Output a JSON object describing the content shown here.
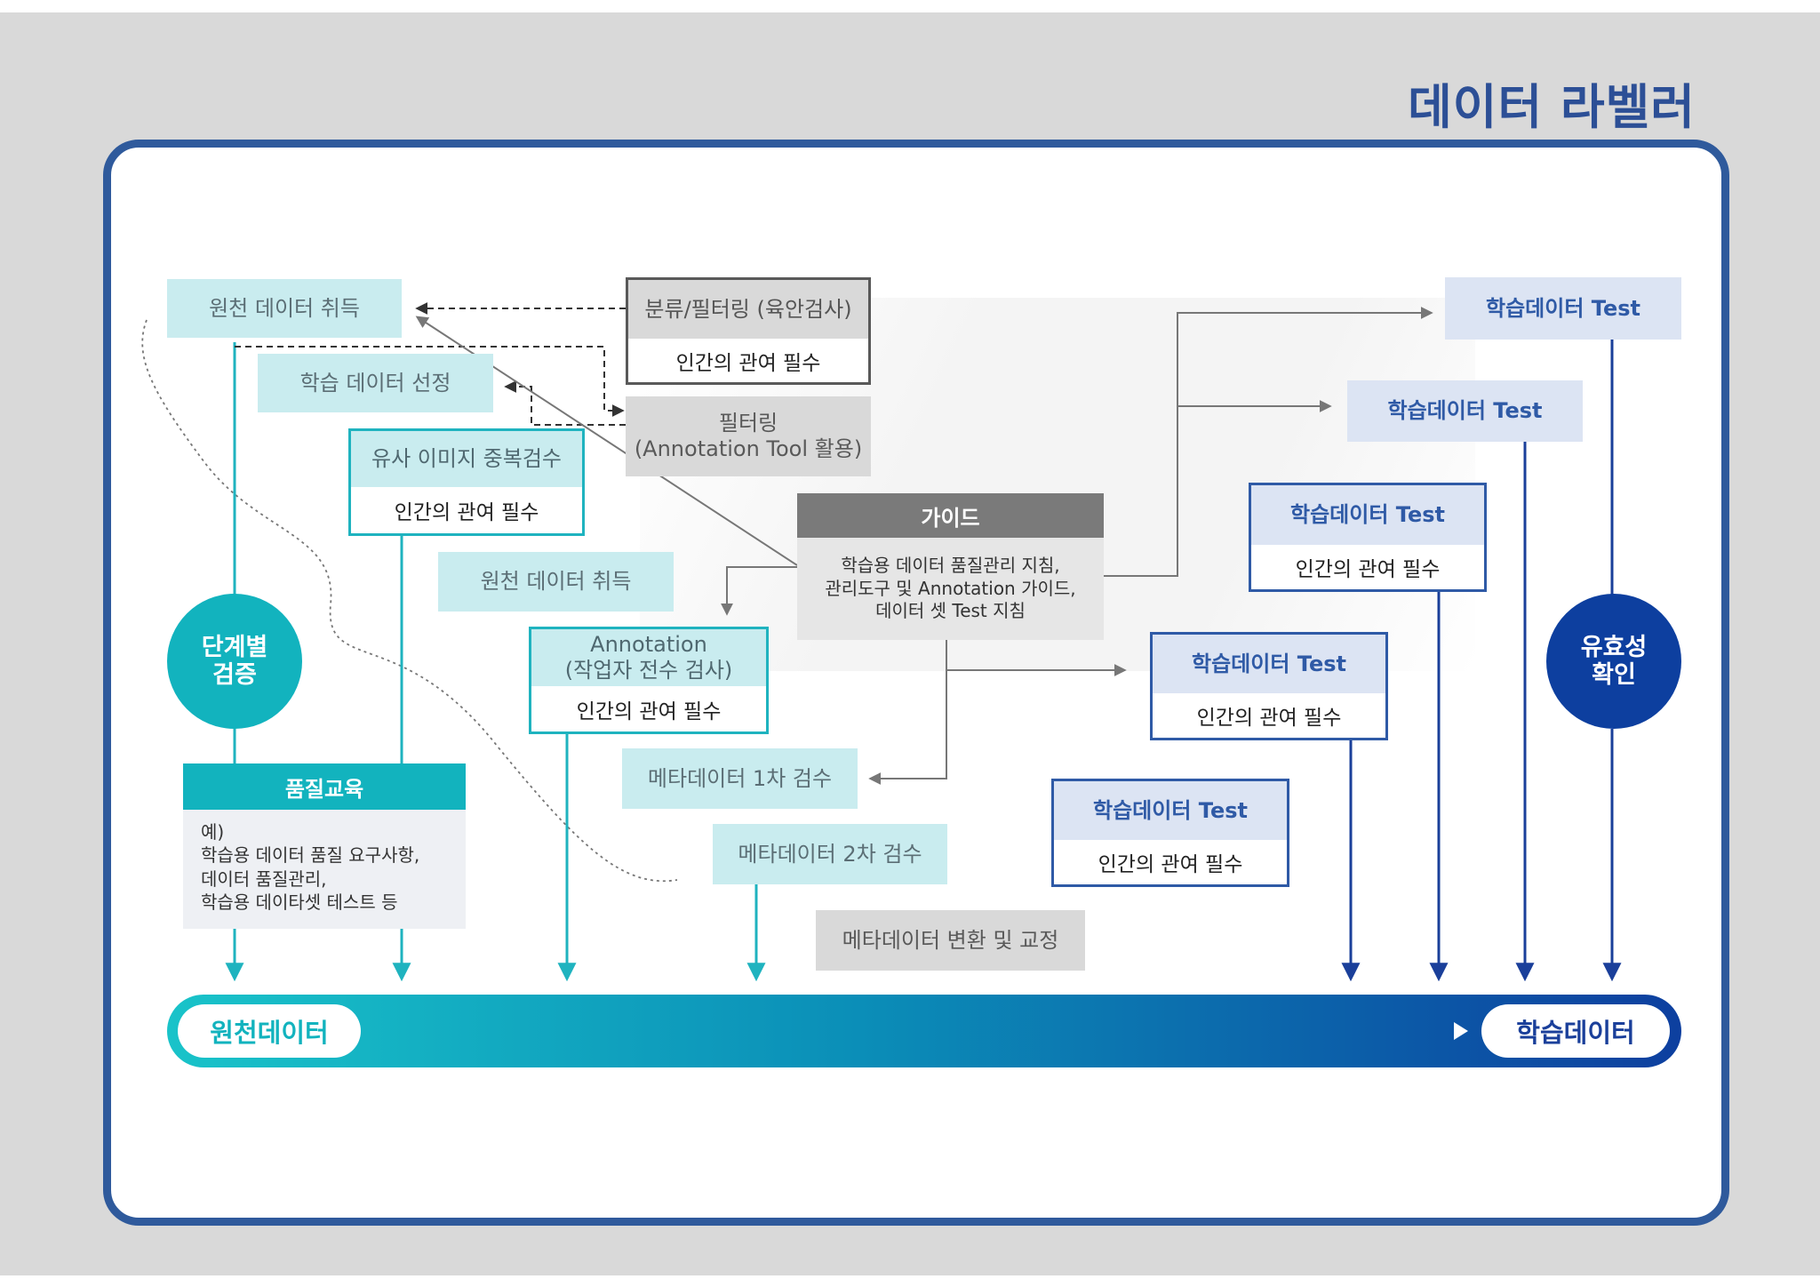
{
  "title": "데이터 라벨러",
  "colors": {
    "teal": "#1fb3bf",
    "navy": "#1a3f9a",
    "frame": "#2f5a9c",
    "gray": "#7a7a7a"
  },
  "nodes": {
    "raw_acquire_top": "원천 데이터 취득",
    "train_select": "학습 데이터 선정",
    "classify": {
      "header": "분류/필터링 (육안검사)",
      "body": "인간의 관여 필수"
    },
    "filtering": "필터링\n(Annotation Tool 활용)",
    "similar_check": {
      "header": "유사 이미지 중복검수",
      "body": "인간의 관여 필수"
    },
    "raw_acquire_mid": "원천 데이터 취득",
    "annotation": {
      "header": "Annotation\n(작업자 전수 검사)",
      "body": "인간의 관여 필수"
    },
    "meta1": "메타데이터 1차 검수",
    "meta2": "메타데이터 2차 검수",
    "meta_convert": "메타데이터 변환 및 교정",
    "guide": {
      "header": "가이드",
      "body": "학습용 데이터 품질관리 지침,\n관리도구 및 Annotation 가이드,\n데이터 셋 Test 지침"
    },
    "stage_verify": "단계별\n검증",
    "validity": "유효성\n확인",
    "quality_edu": {
      "header": "품질교육",
      "body": "예)\n학습용 데이터 품질 요구사항,\n데이터 품질관리,\n학습용 데이타셋 테스트 등"
    },
    "test1": "학습데이터 Test",
    "test2": "학습데이터 Test",
    "test3": {
      "header": "학습데이터 Test",
      "body": "인간의 관여 필수"
    },
    "test4": {
      "header": "학습데이터 Test",
      "body": "인간의 관여 필수"
    },
    "test5": {
      "header": "학습데이터 Test",
      "body": "인간의 관여 필수"
    }
  },
  "pipeline": {
    "start": "원천데이터",
    "end": "학습데이터"
  }
}
